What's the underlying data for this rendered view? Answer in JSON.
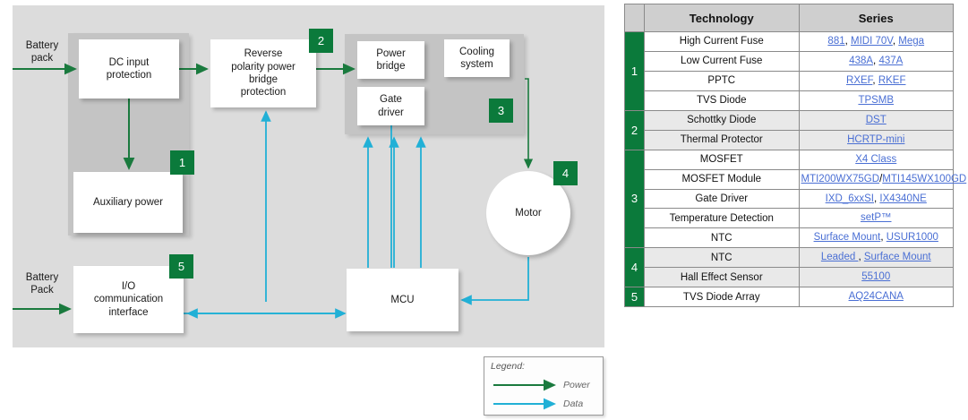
{
  "diagram": {
    "external_labels": {
      "battery_pack_top": "Battery\npack",
      "battery_pack_bottom": "Battery\nPack"
    },
    "nodes": {
      "dc_input": "DC input\nprotection",
      "auxiliary_power": "Auxiliary power",
      "reverse_polarity": "Reverse\npolarity power\nbridge\nprotection",
      "power_bridge": "Power\nbridge",
      "cooling_system": "Cooling\nsystem",
      "gate_driver": "Gate\ndriver",
      "motor": "Motor",
      "mcu": "MCU",
      "io_interface": "I/O\ncommunication\ninterface"
    },
    "badges": {
      "b1": "1",
      "b2": "2",
      "b3": "3",
      "b4": "4",
      "b5": "5"
    },
    "legend": {
      "title": "Legend:",
      "power": "Power",
      "data": "Data"
    },
    "colors": {
      "power": "#1a7a3e",
      "data": "#21b0d6",
      "badge": "#0b7a3b",
      "canvas": "#dcdcdc",
      "group": "#c4c4c4"
    }
  },
  "table": {
    "headers": [
      "",
      "Technology",
      "Series"
    ],
    "groups": [
      {
        "number": "1",
        "shade": false,
        "rows": [
          {
            "technology": "High Current Fuse",
            "series": [
              {
                "text": "881",
                "link": true
              },
              {
                "text": ", ",
                "link": false
              },
              {
                "text": "MIDI 70V",
                "link": true
              },
              {
                "text": ", ",
                "link": false
              },
              {
                "text": "Mega",
                "link": true
              }
            ]
          },
          {
            "technology": "Low Current Fuse",
            "series": [
              {
                "text": "438A",
                "link": true
              },
              {
                "text": ", ",
                "link": false
              },
              {
                "text": "437A",
                "link": true
              }
            ]
          },
          {
            "technology": "PPTC",
            "series": [
              {
                "text": "RXEF",
                "link": true
              },
              {
                "text": ", ",
                "link": false
              },
              {
                "text": "RKEF",
                "link": true
              }
            ]
          },
          {
            "technology": "TVS Diode",
            "series": [
              {
                "text": "TPSMB",
                "link": true
              }
            ]
          }
        ]
      },
      {
        "number": "2",
        "shade": true,
        "rows": [
          {
            "technology": "Schottky Diode",
            "series": [
              {
                "text": "DST",
                "link": true
              }
            ]
          },
          {
            "technology": "Thermal Protector",
            "series": [
              {
                "text": "HCRTP-mini",
                "link": true
              }
            ]
          }
        ]
      },
      {
        "number": "3",
        "shade": false,
        "rows": [
          {
            "technology": "MOSFET",
            "series": [
              {
                "text": "X4 Class",
                "link": true
              }
            ]
          },
          {
            "technology": "MOSFET Module",
            "series": [
              {
                "text": "MTI200WX75GD",
                "link": true
              },
              {
                "text": "/",
                "link": false
              },
              {
                "text": "MTI145WX100GD",
                "link": true
              }
            ]
          },
          {
            "technology": "Gate Driver",
            "series": [
              {
                "text": "IXD_6xxSI",
                "link": true
              },
              {
                "text": ", ",
                "link": false
              },
              {
                "text": "IX4340NE",
                "link": true
              }
            ]
          },
          {
            "technology": "Temperature Detection",
            "series": [
              {
                "text": "setP™",
                "link": true
              }
            ]
          },
          {
            "technology": "NTC",
            "series": [
              {
                "text": "Surface Mount",
                "link": true
              },
              {
                "text": ", ",
                "link": false
              },
              {
                "text": "USUR1000",
                "link": true
              }
            ]
          }
        ]
      },
      {
        "number": "4",
        "shade": true,
        "rows": [
          {
            "technology": "NTC",
            "series": [
              {
                "text": "Leaded ",
                "link": true
              },
              {
                "text": ", ",
                "link": false
              },
              {
                "text": "Surface Mount",
                "link": true
              }
            ]
          },
          {
            "technology": "Hall Effect Sensor",
            "series": [
              {
                "text": "55100",
                "link": true
              }
            ]
          }
        ]
      },
      {
        "number": "5",
        "shade": false,
        "rows": [
          {
            "technology": "TVS Diode Array",
            "series": [
              {
                "text": "AQ24CANA",
                "link": true
              }
            ]
          }
        ]
      }
    ]
  }
}
